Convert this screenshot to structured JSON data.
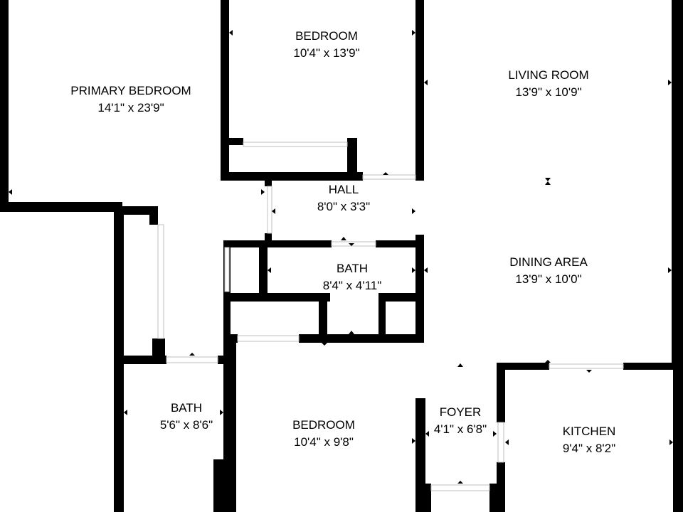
{
  "colors": {
    "wall": "#000000",
    "background": "#ffffff",
    "opening": "#ffffff",
    "opening_edge": "#bfbfbf"
  },
  "rooms": {
    "primary_bedroom": {
      "name": "PRIMARY BEDROOM",
      "size": "14'1\" x 23'9\""
    },
    "bedroom_top": {
      "name": "BEDROOM",
      "size": "10'4\" x 13'9\""
    },
    "living_room": {
      "name": "LIVING ROOM",
      "size": "13'9\" x 10'9\""
    },
    "hall": {
      "name": "HALL",
      "size": "8'0\" x 3'3\""
    },
    "bath_center": {
      "name": "BATH",
      "size": "8'4\" x 4'11\""
    },
    "dining_area": {
      "name": "DINING AREA",
      "size": "13'9\" x 10'0\""
    },
    "bath_left": {
      "name": "BATH",
      "size": "5'6\" x 8'6\""
    },
    "bedroom_bottom": {
      "name": "BEDROOM",
      "size": "10'4\" x 9'8\""
    },
    "foyer": {
      "name": "FOYER",
      "size": "4'1\" x 6'8\""
    },
    "kitchen": {
      "name": "KITCHEN",
      "size": "9'4\" x 8'2\""
    }
  }
}
